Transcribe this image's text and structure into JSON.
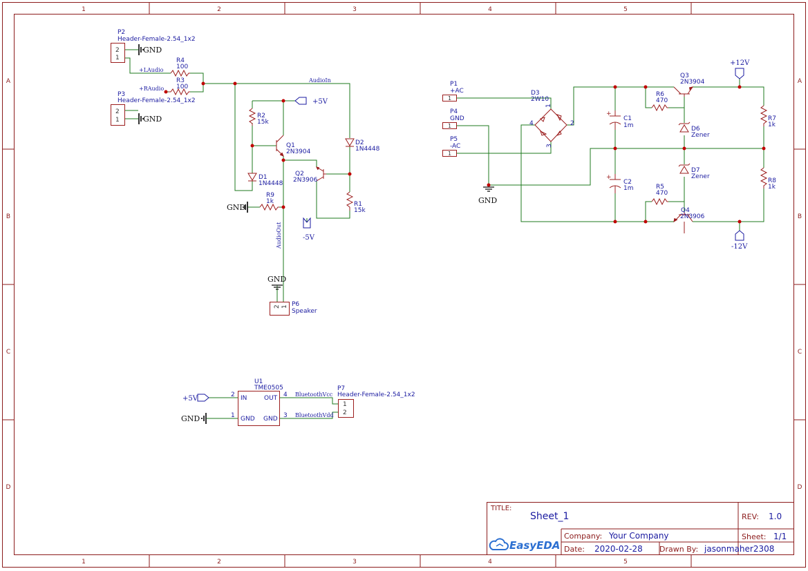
{
  "colors": {
    "frame": "#8b1a1a",
    "wire": "#1c7a1c",
    "part": "#9b1c1c",
    "label": "#1a1aa0",
    "net": "#1a1aa0",
    "junction": "#c00000",
    "gnd": "#333333"
  },
  "frame": {
    "cols": [
      "1",
      "2",
      "3",
      "4",
      "5"
    ],
    "rows": [
      "A",
      "B",
      "C",
      "D"
    ]
  },
  "title_block": {
    "title_label": "TITLE:",
    "title": "Sheet_1",
    "rev_label": "REV:",
    "rev": "1.0",
    "company_label": "Company:",
    "company": "Your Company",
    "sheet_label": "Sheet:",
    "sheet": "1/1",
    "date_label": "Date:",
    "date": "2020-02-28",
    "drawn_label": "Drawn By:",
    "drawn_by": "jasonmaher2308",
    "logo": "EasyEDA",
    "logo_icon": "cloud-logo-icon"
  },
  "parts": {
    "p2": {
      "ref": "P2",
      "value": "Header-Female-2.54_1x2",
      "pins": [
        "2",
        "1"
      ]
    },
    "p3": {
      "ref": "P3",
      "value": "Header-Female-2.54_1x2",
      "pins": [
        "2",
        "1"
      ]
    },
    "r4": {
      "ref": "R4",
      "value": "100"
    },
    "r3": {
      "ref": "R3",
      "value": "100"
    },
    "r2": {
      "ref": "R2",
      "value": "15k"
    },
    "q1": {
      "ref": "Q1",
      "value": "2N3904"
    },
    "q2": {
      "ref": "Q2",
      "value": "2N3906"
    },
    "d1": {
      "ref": "D1",
      "value": "1N4448"
    },
    "d2": {
      "ref": "D2",
      "value": "1N4448"
    },
    "r1": {
      "ref": "R1",
      "value": "15k"
    },
    "r9": {
      "ref": "R9",
      "value": "1k"
    },
    "p6": {
      "ref": "P6",
      "value": "Speaker",
      "pins": [
        "2",
        "1"
      ]
    },
    "u1": {
      "ref": "U1",
      "value": "TME0505",
      "pin_in": "IN",
      "pin_gnd": "GND",
      "pin_out": "OUT",
      "pin_gnd2": "GND",
      "n2": "2",
      "n1": "1",
      "n4": "4",
      "n3": "3"
    },
    "p7": {
      "ref": "P7",
      "value": "Header-Female-2.54_1x2",
      "pins": [
        "1",
        "2"
      ]
    },
    "p1": {
      "ref": "P1",
      "value": "+AC",
      "pin": "1"
    },
    "p4": {
      "ref": "P4",
      "value": "GND",
      "pin": "1"
    },
    "p5": {
      "ref": "P5",
      "value": "-AC",
      "pin": "1"
    },
    "d3": {
      "ref": "D3",
      "value": "2W10",
      "n1": "1",
      "n2": "2",
      "n3": "3",
      "n4": "4"
    },
    "c1": {
      "ref": "C1",
      "value": "1m"
    },
    "c2": {
      "ref": "C2",
      "value": "1m"
    },
    "r6": {
      "ref": "R6",
      "value": "470"
    },
    "r5": {
      "ref": "R5",
      "value": "470"
    },
    "q3": {
      "ref": "Q3",
      "value": "2N3904"
    },
    "q4": {
      "ref": "Q4",
      "value": "2N3906"
    },
    "d6": {
      "ref": "D6",
      "value": "Zener"
    },
    "d7": {
      "ref": "D7",
      "value": "Zener"
    },
    "r7": {
      "ref": "R7",
      "value": "1k"
    },
    "r8": {
      "ref": "R8",
      "value": "1k"
    }
  },
  "nets": {
    "laudio": "+LAudio",
    "raudio": "+RAudio",
    "audioin": "AudioIn",
    "audioout": "AudioOut",
    "btvcc": "BluetoothVcc",
    "btvdd": "BluetoothVdd",
    "gnd": "GND",
    "p5v": "+5V",
    "m5v": "-5V",
    "p12v": "+12V",
    "m12v": "-12V"
  }
}
